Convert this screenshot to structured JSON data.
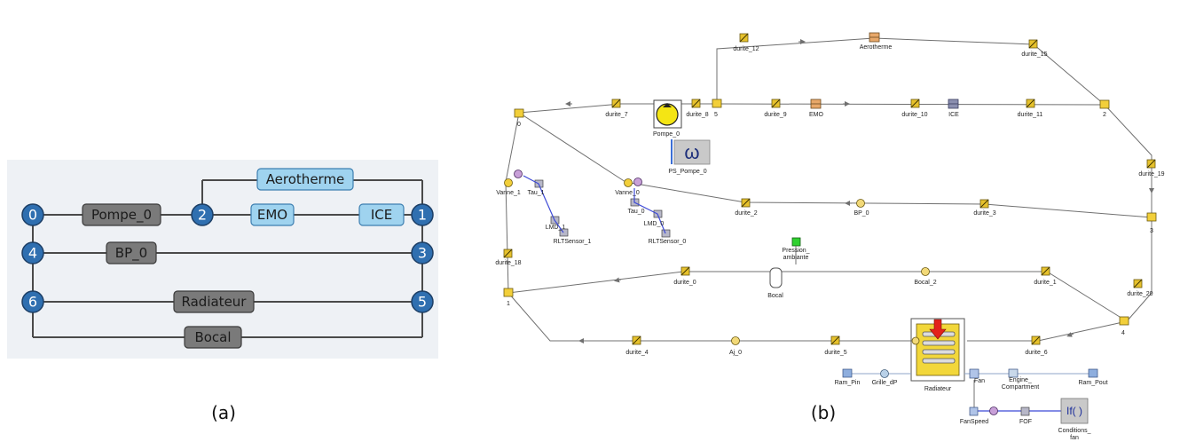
{
  "panel_a": {
    "caption": "(a)",
    "nodes": [
      "0",
      "1",
      "2",
      "3",
      "4",
      "5",
      "6"
    ],
    "components": {
      "pompe": "Pompe_0",
      "aerotherme": "Aerotherme",
      "emo": "EMO",
      "ice": "ICE",
      "bp": "BP_0",
      "radiateur": "Radiateur",
      "bocal": "Bocal"
    },
    "colors": {
      "node": "#2f6fb0",
      "gray_box": "#7a7a7a",
      "blue_box": "#9fd3ef"
    }
  },
  "panel_b": {
    "caption": "(b)",
    "labels": {
      "durite_12": "durite_12",
      "aerotherme": "Aerotherme",
      "durite_15": "durite_15",
      "durite_7": "durite_7",
      "durite_8": "durite_8",
      "n5": "5",
      "durite_9": "durite_9",
      "emo": "EMO",
      "durite_10": "durite_10",
      "ice": "ICE",
      "durite_11": "durite_11",
      "n2": "2",
      "n0": "0",
      "pompe_0": "Pompe_0",
      "ps_pompe_0": "PS_Pompe_0",
      "omega": "ω",
      "vanne_1": "Vanne_1",
      "tau_1": "Tau_1",
      "lmd_1": "LMD_1",
      "rltsensor_1": "RLTSensor_1",
      "vanne_0": "Vanne_0",
      "tau_0": "Tau_0",
      "lmd_0": "LMD_0",
      "rltsensor_0": "RLTSensor_0",
      "durite_2": "durite_2",
      "bp_0": "BP_0",
      "durite_3": "durite_3",
      "durite_19": "durite_19",
      "n3": "3",
      "pression_ambiante": "Pression_\nambiante",
      "durite_18": "durite_18",
      "n1": "1",
      "durite_0": "durite_0",
      "bocal": "Bocal",
      "bocal_2": "Bocal_2",
      "durite_1": "durite_1",
      "durite_20": "durite_20",
      "n4": "4",
      "durite_4": "durite_4",
      "aj_0": "Aj_0",
      "durite_5": "durite_5",
      "durite_6": "durite_6",
      "radiateur": "Radiateur",
      "ram_pin": "Ram_Pin",
      "grille_dp": "Grille_dP",
      "fan": "Fan",
      "engine_compartment": "Engine_\nCompartment",
      "ram_pout": "Ram_Pout",
      "fanspeed": "FanSpeed",
      "fof": "FOF",
      "if_block": "If( )",
      "conditions_fan": "Conditions_\nfan"
    }
  }
}
